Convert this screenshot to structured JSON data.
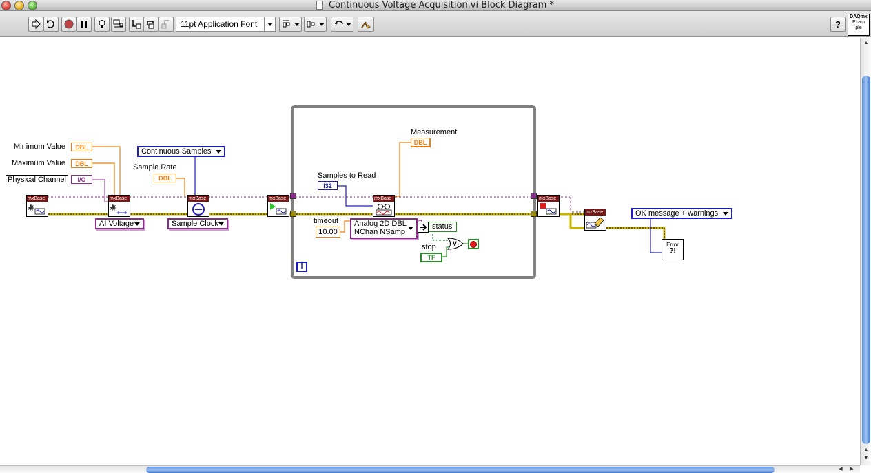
{
  "window": {
    "title": "Continuous Voltage Acquisition.vi Block Diagram *"
  },
  "toolbar": {
    "font_select": "11pt Application Font",
    "help_label": "?",
    "daqmx_icon_lines": [
      "DAQmx",
      "Exam",
      "ple"
    ]
  },
  "diagram": {
    "labels": {
      "minimum_value": "Minimum Value",
      "maximum_value": "Maximum Value",
      "physical_channel": "Physical Channel",
      "sample_rate": "Sample Rate",
      "measurement": "Measurement",
      "samples_to_read": "Samples to Read",
      "timeout": "timeout",
      "stop": "stop",
      "status": "status"
    },
    "constants": {
      "dbl": "DBL",
      "io": "I/O",
      "i32": "I32",
      "tf": "TF",
      "timeout_value": "10.00",
      "loop_iteration": "i"
    },
    "rings": {
      "continuous_samples": "Continuous Samples",
      "ai_voltage": "AI Voltage",
      "sample_clock": "Sample Clock",
      "read_mode_line1": "Analog 2D DBL",
      "read_mode_line2": "NChan NSamp",
      "error_mode": "OK message + warnings"
    },
    "vi_header": "mxBase",
    "error_vi_text": "Error",
    "error_vi_sub": "?!"
  },
  "colors": {
    "error_wire": "#c8b400",
    "task_wire": "#8b2b8b",
    "numeric_dbl": "#ee7d0e",
    "integer": "#1d1dbf",
    "boolean": "#2a8c2a",
    "loop_border": "#808080",
    "vi_header": "#7b1616",
    "scroll_thumb": "#5a8ede"
  }
}
